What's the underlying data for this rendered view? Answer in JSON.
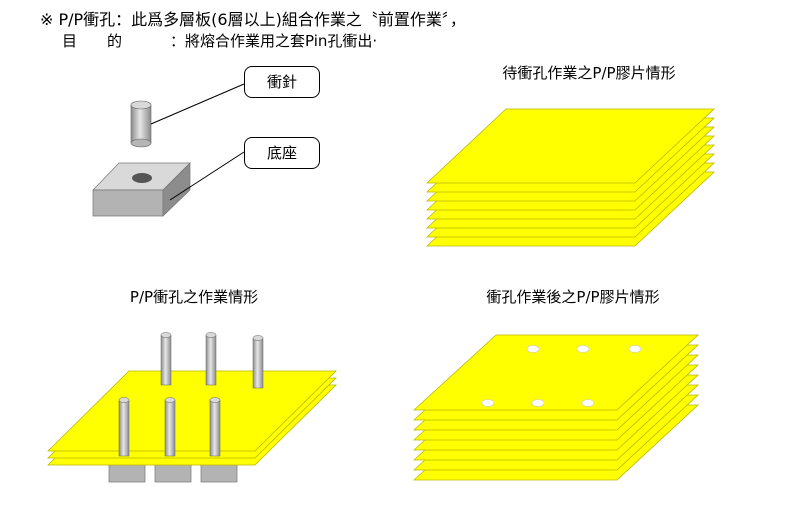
{
  "header": {
    "line1": "※ P/P衝孔：此爲多層板(6層以上)組合作業之〝前置作業〞，",
    "line2_label": "目　　的",
    "line2_text": "：將熔合作業用之套Pin孔衝出·"
  },
  "callouts": {
    "punch_label": "衝針",
    "base_label": "底座"
  },
  "captions": {
    "before": "待衝孔作業之P/P膠片情形",
    "during": "P/P衝孔之作業情形",
    "after": "衝孔作業後之P/P膠片情形"
  },
  "colors": {
    "prepreg_fill": "#ffff00",
    "prepreg_edge": "#b8b800",
    "metal_light": "#d9d9d9",
    "metal_mid": "#bfbfbf",
    "metal_dark": "#8c8c8c"
  },
  "icons": [
    "punch-pin-icon",
    "base-block-icon",
    "prepreg-stack-icon",
    "hole-icon"
  ]
}
